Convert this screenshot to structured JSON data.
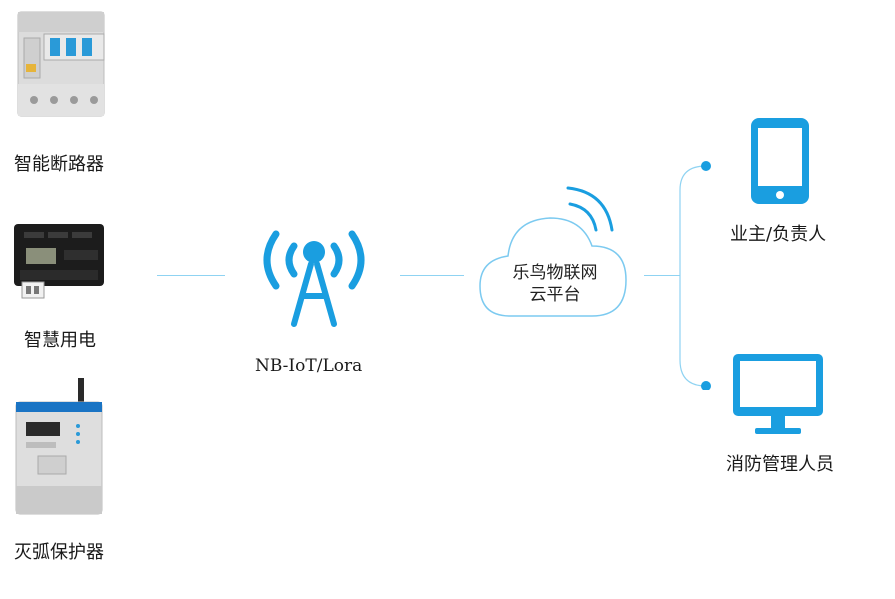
{
  "devices": {
    "breaker": {
      "label": "智能断路器",
      "icon": "circuit-breaker-icon"
    },
    "smart_power": {
      "label": "智慧用电",
      "icon": "smart-power-module-icon"
    },
    "arc": {
      "label": "灭弧保护器",
      "icon": "arc-protector-icon"
    }
  },
  "network": {
    "label": "NB-IoT/Lora",
    "icon": "antenna-tower-icon"
  },
  "cloud": {
    "line1": "乐鸟物联网",
    "line2": "云平台",
    "icon": "cloud-icon"
  },
  "endpoints": {
    "owner": {
      "label": "业主/负责人",
      "icon": "smartphone-icon"
    },
    "fire": {
      "label": "消防管理人员",
      "icon": "monitor-icon"
    }
  },
  "colors": {
    "accent": "#1a9ee0",
    "line": "#8fd3f2",
    "cloud_stroke": "#7ccaf0"
  }
}
